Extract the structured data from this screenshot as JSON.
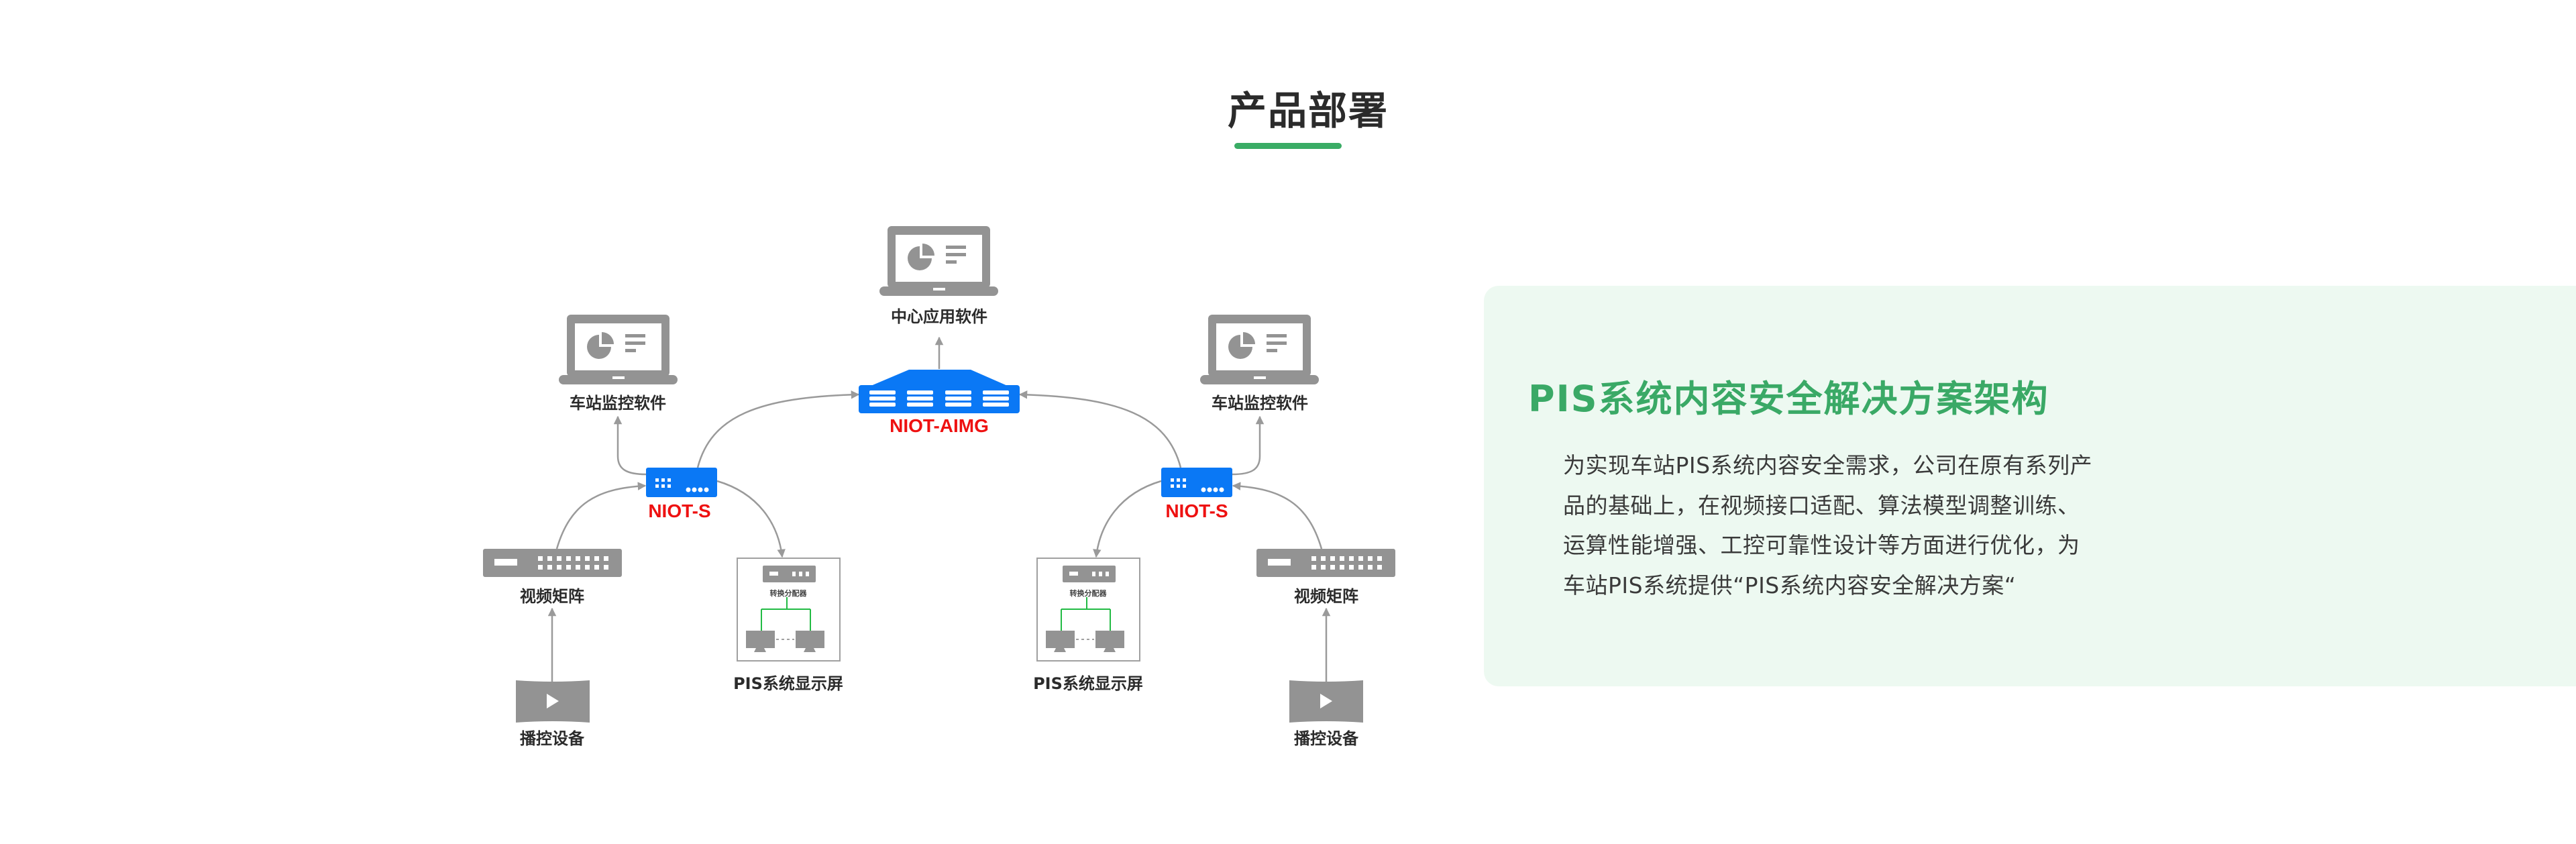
{
  "header": {
    "title": "产品部署"
  },
  "colors": {
    "accent_green": "#3aac65",
    "device_blue": "#0a78f5",
    "device_gray": "#939393",
    "label_red": "#ee1111",
    "panel_bg": "#edf9f1",
    "connector_green": "#22bb44"
  },
  "diagram": {
    "center_software": {
      "label": "中心应用软件",
      "icon": "laptop-dashboard-icon"
    },
    "aimg": {
      "label": "NIOT-AIMG",
      "icon": "server-rack-icon"
    },
    "left": {
      "monitor_software": {
        "label": "车站监控软件",
        "icon": "laptop-dashboard-icon"
      },
      "niot_s": {
        "label": "NIOT-S",
        "icon": "network-switch-icon"
      },
      "video_matrix": {
        "label": "视频矩阵",
        "icon": "video-matrix-icon"
      },
      "playback": {
        "label": "播控设备",
        "icon": "play-icon"
      },
      "pis_display": {
        "label": "PIS系统显示屏",
        "inner_label": "转换分配器",
        "icon": "display-distributor-icon"
      }
    },
    "right": {
      "monitor_software": {
        "label": "车站监控软件",
        "icon": "laptop-dashboard-icon"
      },
      "niot_s": {
        "label": "NIOT-S",
        "icon": "network-switch-icon"
      },
      "video_matrix": {
        "label": "视频矩阵",
        "icon": "video-matrix-icon"
      },
      "playback": {
        "label": "播控设备",
        "icon": "play-icon"
      },
      "pis_display": {
        "label": "PIS系统显示屏",
        "inner_label": "转换分配器",
        "icon": "display-distributor-icon"
      }
    },
    "connections": [
      {
        "from": "left.playback",
        "to": "left.video_matrix"
      },
      {
        "from": "left.video_matrix",
        "to": "left.niot_s"
      },
      {
        "from": "left.niot_s",
        "to": "left.monitor_software"
      },
      {
        "from": "left.niot_s",
        "to": "aimg"
      },
      {
        "from": "left.niot_s",
        "to": "left.pis_display"
      },
      {
        "from": "aimg",
        "to": "center_software"
      },
      {
        "from": "right.niot_s",
        "to": "aimg"
      },
      {
        "from": "right.niot_s",
        "to": "right.monitor_software"
      },
      {
        "from": "right.niot_s",
        "to": "right.pis_display"
      },
      {
        "from": "right.video_matrix",
        "to": "right.niot_s"
      },
      {
        "from": "right.playback",
        "to": "right.video_matrix"
      }
    ]
  },
  "info": {
    "title": "PIS系统内容安全解决方案架构",
    "body": "为实现车站PIS系统内容安全需求，公司在原有系列产品的基础上，在视频接口适配、算法模型调整训练、运算性能增强、工控可靠性设计等方面进行优化，为车站PIS系统提供“PIS系统内容安全解决方案“"
  }
}
